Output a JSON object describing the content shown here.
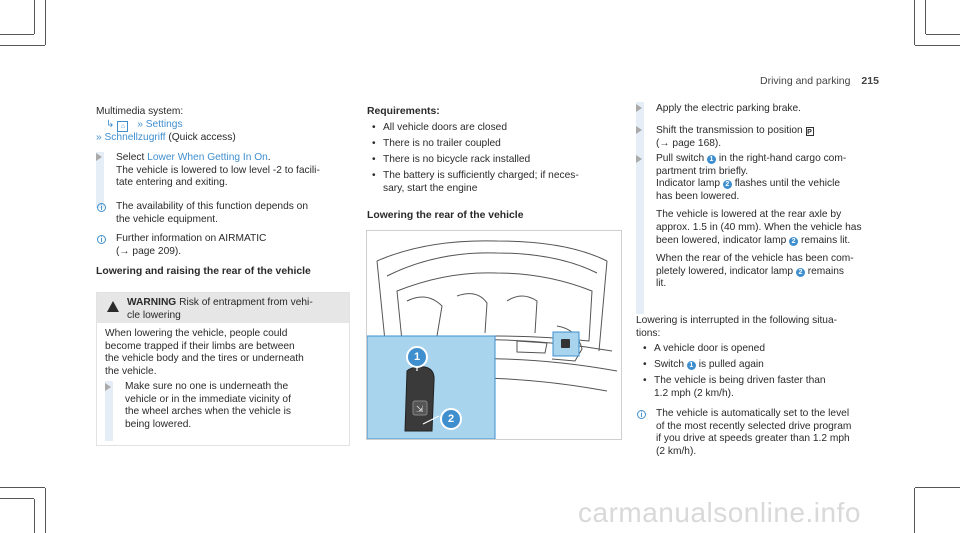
{
  "header": {
    "section": "Driving and parking",
    "page_number": "215"
  },
  "left": {
    "path_intro": "Multimedia system:",
    "path_settings": "Settings",
    "path_quick": "Schnellzugriff",
    "path_quick_note": "(Quick access)",
    "step_select_prefix": "Select",
    "step_select_item": "Lower When Getting In On",
    "step_lines": [
      "The vehicle is lowered to low level -2 to facili-",
      "tate entering and exiting."
    ],
    "info1": [
      "The availability of this function depends on",
      "the vehicle equipment."
    ],
    "info2": [
      "Further information on AIRMATIC",
      "(→ page 209)."
    ],
    "heading": "Lowering and raising the rear of the vehicle",
    "warning_title": "WARNING",
    "warning_text": [
      "Risk of entrapment from vehi-",
      "cle lowering"
    ],
    "warning_body": [
      "When lowering the vehicle, people could",
      "become trapped if their limbs are between",
      "the vehicle body and the tires or underneath",
      "the vehicle."
    ],
    "warning_step": [
      "Make sure no one is underneath the",
      "vehicle or in the immediate vicinity of",
      "the wheel arches when the vehicle is",
      "being lowered."
    ]
  },
  "middle": {
    "req_heading": "Requirements:",
    "requirements": [
      [
        "All vehicle doors are closed"
      ],
      [
        "There is no trailer coupled"
      ],
      [
        "There is no bicycle rack installed"
      ],
      [
        "The battery is sufficiently charged; if neces-",
        "sary, start the engine"
      ]
    ],
    "lower_heading": "Lowering the rear of the vehicle",
    "figure_callouts": [
      "1",
      "2"
    ]
  },
  "right": {
    "step1": "Apply the electric parking brake.",
    "step2": [
      "Shift the transmission to position",
      "(→ page 168)."
    ],
    "step2_gear": "P",
    "step3": [
      "Pull switch",
      "in the right-hand cargo com-",
      "partment trim briefly.",
      "Indicator lamp",
      "flashes until the vehicle",
      "has been lowered."
    ],
    "para1": [
      "The vehicle is lowered at the rear axle by",
      "approx. 1.5 in (40 mm). When the vehicle has",
      "been lowered, indicator lamp",
      "remains lit."
    ],
    "para2": [
      "When the rear of the vehicle has been com-",
      "pletely lowered, indicator lamp",
      "remains",
      "lit."
    ],
    "interrupt": [
      "Lowering is interrupted in the following situa-",
      "tions:"
    ],
    "interrupt_items": [
      [
        "A vehicle door is opened"
      ],
      [
        "Switch",
        "is pulled again"
      ],
      [
        "The vehicle is being driven faster than",
        "1.2 mph (2 km/h)."
      ]
    ],
    "info": [
      "The vehicle is automatically set to the level",
      "of the most recently selected drive program",
      "if you drive at speeds greater than 1.2 mph",
      "(2 km/h)."
    ]
  },
  "watermark": "carmanualsonline.info",
  "colors": {
    "accent": "#3f8fcf",
    "figure_highlight": "#a9d4ee"
  }
}
